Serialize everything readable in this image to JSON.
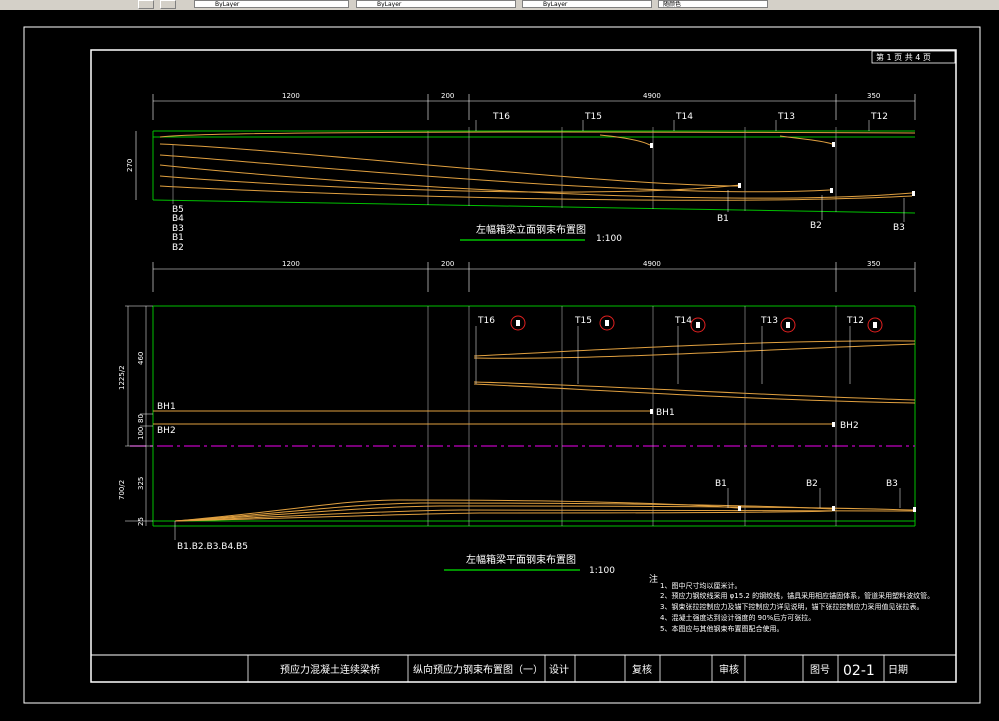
{
  "toolbar": {
    "layer_controls": [
      "ByLayer",
      "ByLayer",
      "ByLayer",
      "随颜色"
    ]
  },
  "drawing": {
    "sheet_no": "第 1 页 共 4 页",
    "elevation": {
      "dims": [
        "1200",
        "200",
        "4900",
        "350"
      ],
      "height_dim": "270",
      "tendons": [
        "T16",
        "T15",
        "T14",
        "T13",
        "T12"
      ],
      "bottom_tendons": [
        "B1",
        "B2",
        "B3"
      ],
      "stack_labels": [
        "B5",
        "B4",
        "B3",
        "B1",
        "B2"
      ],
      "title": "左幅箱梁立面钢束布置图",
      "scale": "1:100"
    },
    "plan": {
      "dims": [
        "1200",
        "200",
        "4900",
        "350"
      ],
      "left_dims": [
        "1225/2",
        "460",
        "80",
        "100",
        "700/2",
        "325",
        "25"
      ],
      "tendons": [
        "T16",
        "T15",
        "T14",
        "T13",
        "T12"
      ],
      "bh_labels": [
        "BH1",
        "BH2"
      ],
      "bh_end_labels": [
        "BH1",
        "BH2"
      ],
      "bottom_tendons": [
        "B1",
        "B2",
        "B3"
      ],
      "anchor_label": "B1.B2.B3.B4.B5",
      "title": "左幅箱梁平面钢束布置图",
      "scale": "1:100"
    },
    "notes": {
      "heading": "注",
      "items": [
        "1、图中尺寸均以厘米计。",
        "2、预应力钢绞线采用 φ15.2 的钢绞线，锚具采用相应锚固体系，管道采用塑料波纹管。",
        "3、钢束张拉控制应力及锚下控制应力详见说明，锚下张拉控制应力采用值见张拉表。",
        "4、混凝土强度达到设计强度的 90%后方可张拉。",
        "5、本图应与其他钢束布置图配合使用。"
      ]
    },
    "title_block": {
      "project": "预应力混凝土连续梁桥",
      "sheet_title": "纵向预应力钢束布置图（一）",
      "design_label": "设计",
      "check_label": "复核",
      "review_label": "审核",
      "drawing_no_label": "图号",
      "drawing_no": "02-1",
      "date_label": "日期"
    }
  }
}
